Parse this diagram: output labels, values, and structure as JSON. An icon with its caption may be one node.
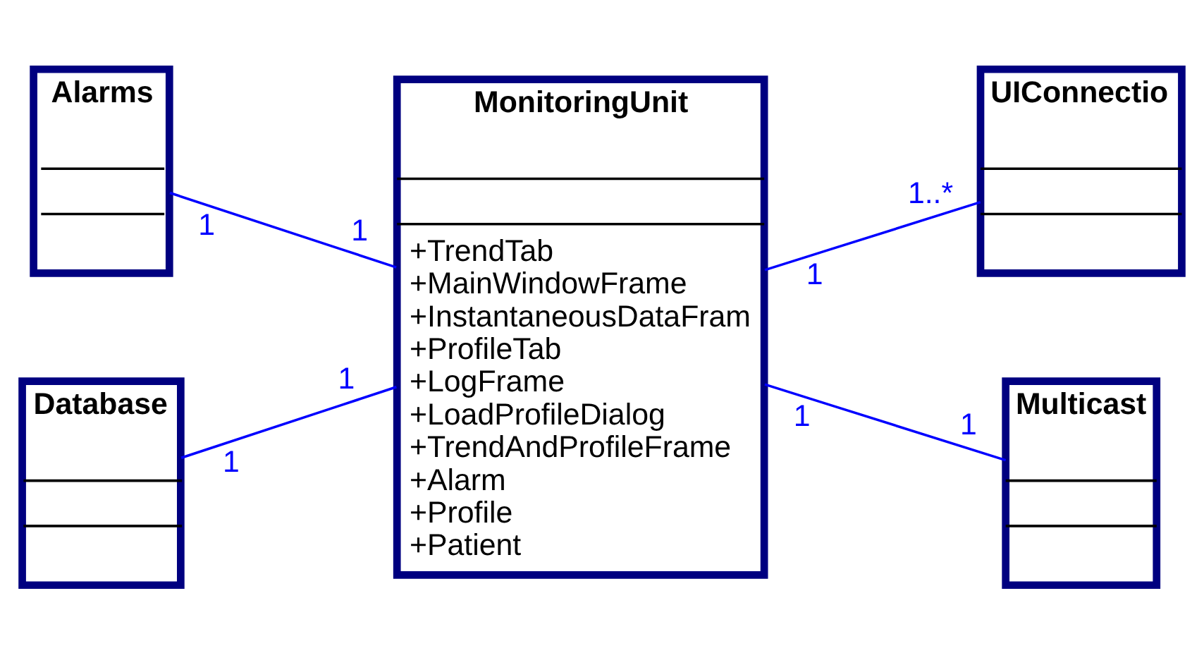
{
  "diagram": {
    "nodes": [
      {
        "text": [
          "Alarms"
        ]
      },
      {
        "text": [
          "Database"
        ]
      },
      {
        "text": [
          "MonitoringUnit",
          "+TrendTab",
          "+MainWindowFrame",
          "+InstantaneousDataFram",
          "+ProfileTab",
          "+LogFrame",
          "+LoadProfileDialog",
          "+TrendAndProfileFrame",
          "+Alarm",
          "+Profile",
          "+Patient"
        ]
      },
      {
        "text": [
          "UIConnectio"
        ]
      },
      {
        "text": [
          "Multicast"
        ]
      }
    ],
    "edges": [
      {
        "from": 0,
        "to": 2,
        "arrow": "none"
      },
      {
        "from": 1,
        "to": 2,
        "arrow": "none"
      },
      {
        "from": 2,
        "to": 3,
        "arrow": "none"
      },
      {
        "from": 2,
        "to": 4,
        "arrow": "none"
      }
    ],
    "labels": [
      "1",
      "1",
      "1",
      "1",
      "1",
      "1..*",
      "1",
      "1"
    ]
  }
}
